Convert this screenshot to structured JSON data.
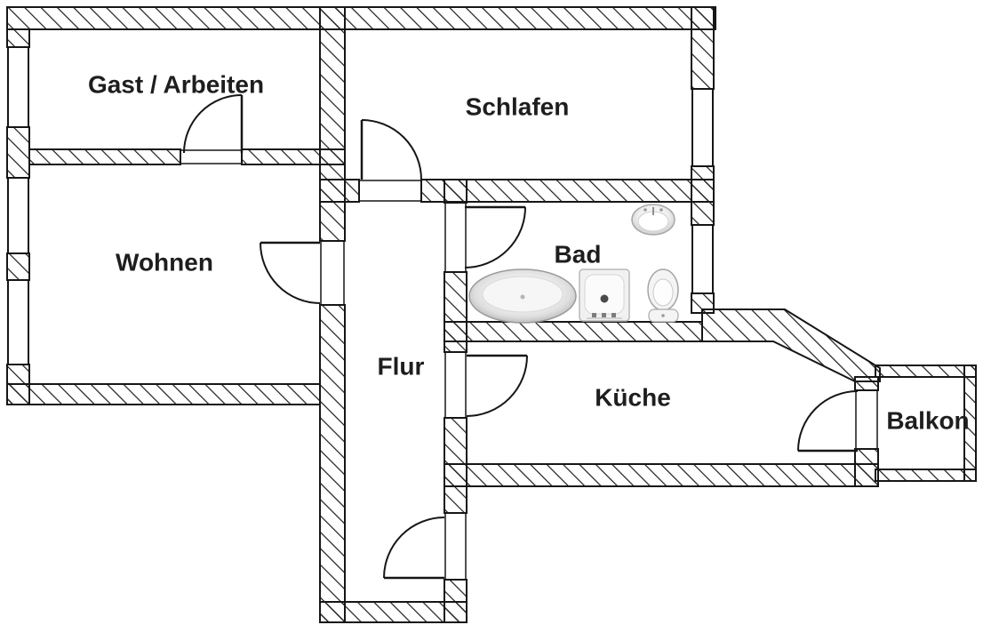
{
  "floor_plan": {
    "rooms": {
      "gast": {
        "label": "Gast / Arbeiten"
      },
      "schlafen": {
        "label": "Schlafen"
      },
      "wohnen": {
        "label": "Wohnen"
      },
      "bad": {
        "label": "Bad"
      },
      "flur": {
        "label": "Flur"
      },
      "kueche": {
        "label": "Küche"
      },
      "balkon": {
        "label": "Balkon"
      }
    },
    "fixtures": {
      "bathtub": "bathtub-icon",
      "washing_machine": "washing-machine-icon",
      "sink": "sink-icon",
      "toilet": "toilet-icon"
    },
    "colors": {
      "background": "#ffffff",
      "wall_outline": "#161616",
      "hatch_line": "#1c1c1c",
      "label_text": "#1e1e1e",
      "fixture_gray": "#bdbdbd"
    }
  }
}
